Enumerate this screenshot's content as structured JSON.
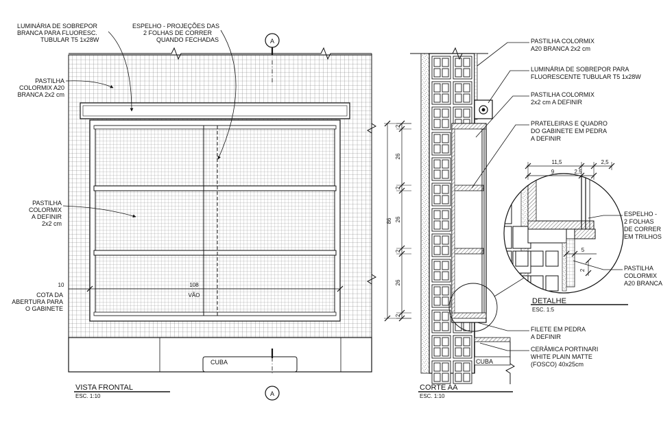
{
  "front_view": {
    "title": "VISTA FRONTAL",
    "scale": "ESC. 1:10",
    "label_luminaire": [
      "LUMINÁRIA DE SOBREPOR",
      "BRANCA PARA FLUORESC.",
      "TUBULAR T5 1x28W"
    ],
    "label_mirror": [
      "ESPELHO - PROJEÇÕES DAS",
      "2 FOLHAS DE CORRER",
      "QUANDO FECHADAS"
    ],
    "label_tile_white": [
      "PASTILHA",
      "COLORMIX A20",
      "BRANCA 2x2 cm"
    ],
    "label_tile_define": [
      "PASTILHA",
      "COLORMIX",
      "A DEFINIR",
      "2x2 cm"
    ],
    "label_opening": [
      "COTA DA",
      "ABERTURA PARA",
      "O GABINETE"
    ],
    "dim_left": "10",
    "dim_width": "108",
    "dim_vao": "VÃO",
    "cuba": "CUBA",
    "section_marker": "A"
  },
  "section_view": {
    "title": "CORTE AA",
    "scale": "ESC. 1:10",
    "label_tile_white": [
      "PASTILHA COLORMIX",
      "A20 BRANCA 2x2 cm"
    ],
    "label_luminaire": [
      "LUMINÁRIA DE SOBREPOR PARA",
      "FLUORESCENTE TUBULAR T5 1x28W"
    ],
    "label_tile_define": [
      "PASTILHA COLORMIX",
      "2x2 cm A DEFINIR"
    ],
    "label_shelves": [
      "PRATELEIRAS E QUADRO",
      "DO GABINETE EM PEDRA",
      "A DEFINIR"
    ],
    "label_fillet": [
      "FILETE EM PEDRA",
      "A DEFINIR"
    ],
    "label_ceramic": [
      "CERÂMICA PORTINARI",
      "WHITE PLAIN MATTE",
      "(FOSCO) 40x25cm"
    ],
    "cuba": "CUBA",
    "dims_vertical": [
      "2",
      "26",
      "2",
      "26",
      "2",
      "26",
      "2"
    ],
    "dim_total": "86"
  },
  "detail": {
    "title": "DETALHE",
    "scale": "ESC. 1:5",
    "dims_top": [
      "11,5",
      "2,5",
      "9",
      "2,5"
    ],
    "dim_5": "5",
    "dim_2": "2",
    "label_mirror": [
      "ESPELHO -",
      "2 FOLHAS",
      "DE CORRER",
      "EM TRILHOS"
    ],
    "label_tile": [
      "PASTILHA",
      "COLORMIX",
      "A20 BRANCA"
    ]
  }
}
